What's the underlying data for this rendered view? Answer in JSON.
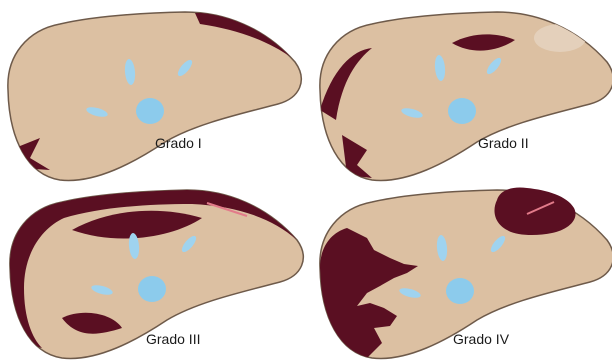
{
  "panels": [
    {
      "label": "Grado I"
    },
    {
      "label": "Grado II"
    },
    {
      "label": "Grado III"
    },
    {
      "label": "Grado IV"
    }
  ],
  "colors": {
    "background": "#ffffff",
    "liver_fill": "#dcc0a2",
    "liver_outline": "#6e5a4a",
    "laceration": "#5a0f22",
    "vessel": "#9fd3ef",
    "vessel_core": "#8ccbec"
  }
}
